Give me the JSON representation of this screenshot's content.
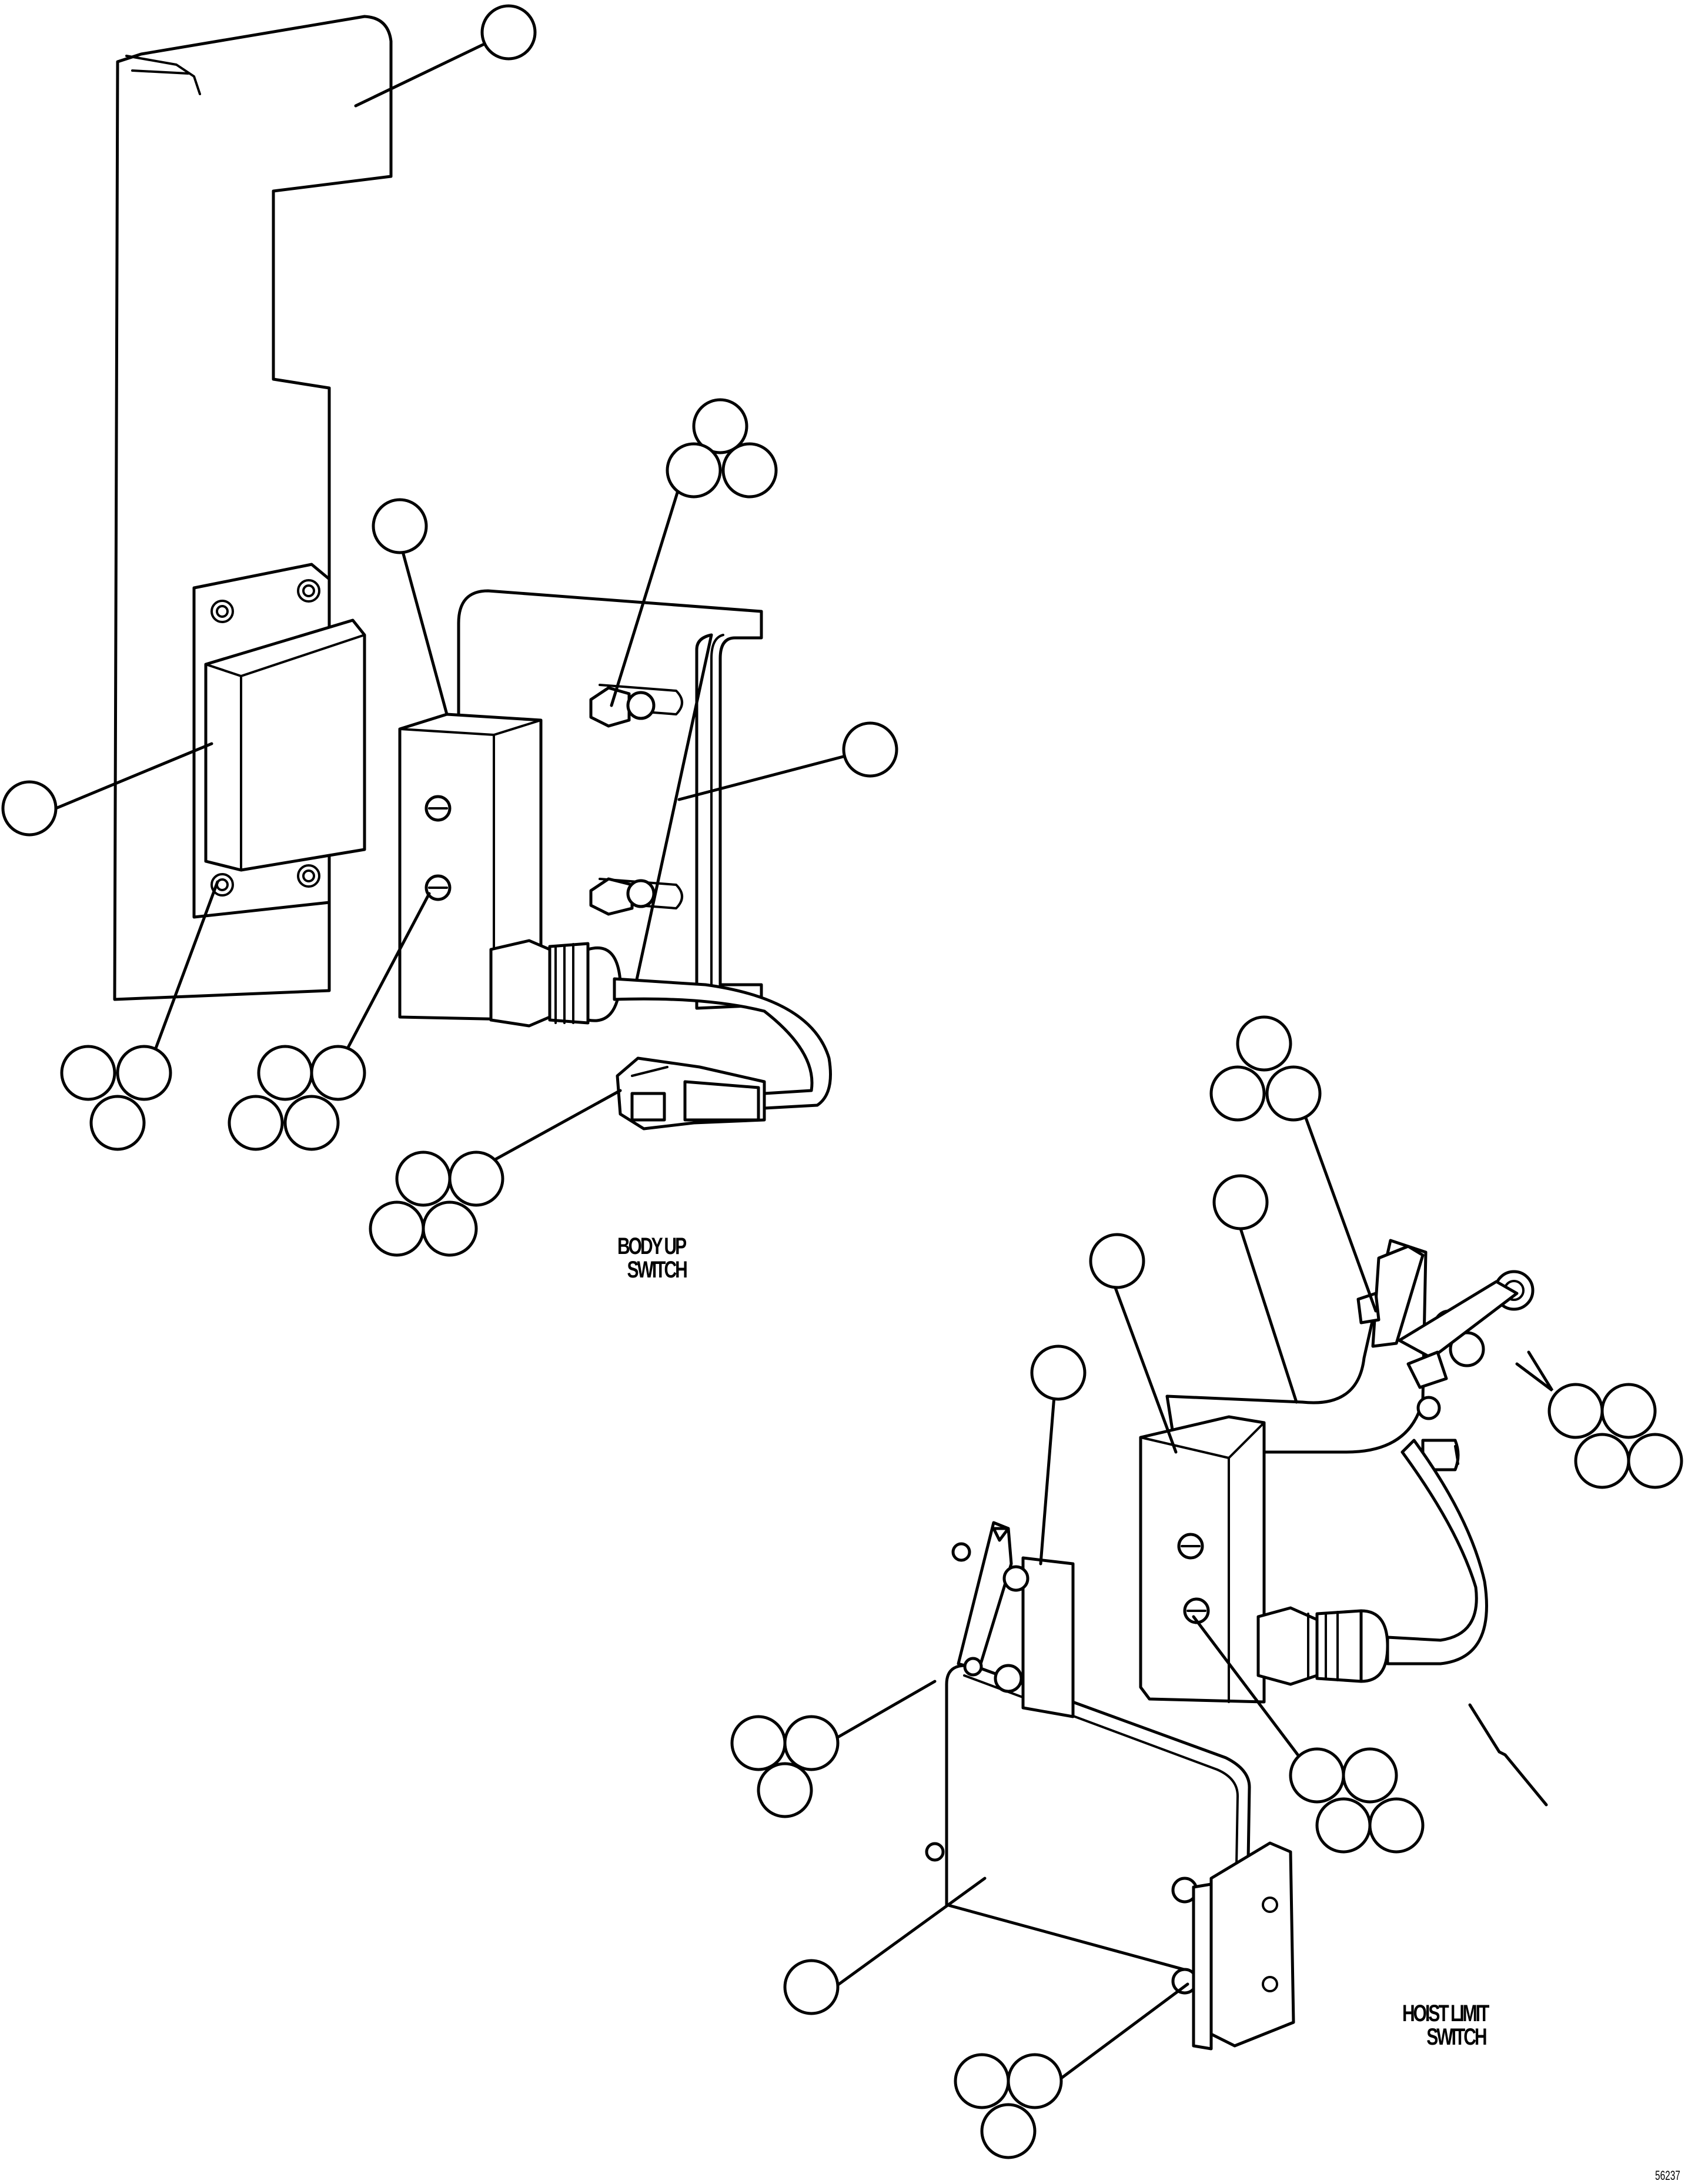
{
  "assemblies": {
    "body_up": {
      "line1": "BODY UP",
      "line2": "SWITCH"
    },
    "hoist_limit": {
      "line1": "HOIST LIMIT",
      "line2": "SWITCH"
    }
  },
  "figure_number": "56237",
  "callout_bubbles": "empty"
}
